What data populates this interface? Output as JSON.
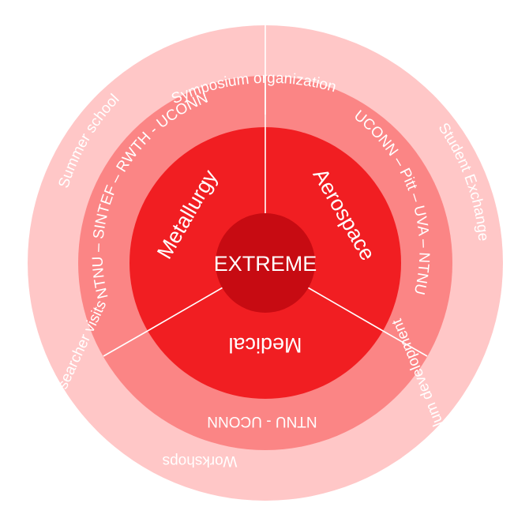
{
  "colors": {
    "outer_ring": "#ffc7c7",
    "middle_ring": "#fb8585",
    "inner_ring": "#f11e22",
    "center": "#c70b12",
    "divider": "#ffffff"
  },
  "center": {
    "label": "EXTREME"
  },
  "inner_ring": {
    "segments": [
      {
        "label": "Metallurgy"
      },
      {
        "label": "Aerospace"
      },
      {
        "label": "Medical"
      }
    ]
  },
  "middle_ring": {
    "segments": [
      {
        "label": "NTNU – SINTEF – RWTH - UCONN"
      },
      {
        "label": "UCONN – Pitt – UVA – NTNU"
      },
      {
        "label": "NTNU - UCONN"
      }
    ]
  },
  "outer_ring": {
    "labels": [
      {
        "label": "Symposium organization"
      },
      {
        "label": "Student Exchange"
      },
      {
        "label": "Curriculum development"
      },
      {
        "label": "Workshops"
      },
      {
        "label": "Researcher visits"
      },
      {
        "label": "Summer school"
      }
    ]
  }
}
